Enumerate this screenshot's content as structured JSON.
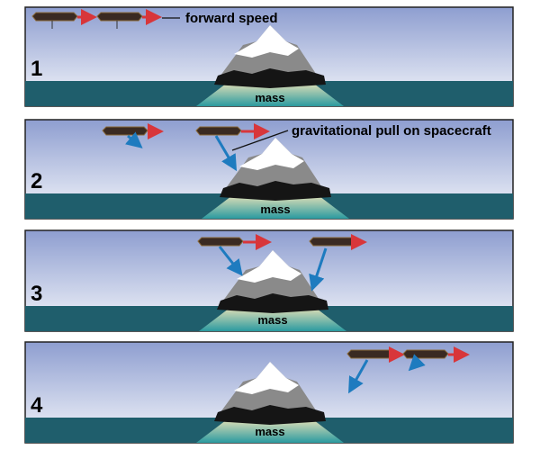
{
  "panels": [
    {
      "number": "1",
      "mass_label": "mass",
      "annotation": "forward speed"
    },
    {
      "number": "2",
      "mass_label": "mass",
      "annotation": "gravitational pull on spacecraft"
    },
    {
      "number": "3",
      "mass_label": "mass"
    },
    {
      "number": "4",
      "mass_label": "mass"
    }
  ],
  "colors": {
    "sky_top": "#8f9fcf",
    "sky_bottom": "#f4f6fb",
    "water": "#1f5e6c",
    "sand": "#e8dcae",
    "speed_arrow": "#d8363a",
    "gravity_arrow": "#1e7bbf"
  }
}
